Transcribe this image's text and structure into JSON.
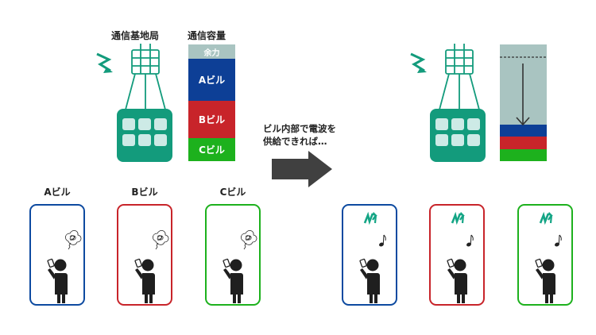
{
  "before": {
    "station_heading": "通信基地局",
    "capacity_heading": "通信容量",
    "capacity_bar": {
      "segments": [
        {
          "label": "余力",
          "color": "#a9c4c1",
          "share": 0.12
        },
        {
          "label": "Aビル",
          "color": "#0d3f96",
          "share": 0.36
        },
        {
          "label": "Bビル",
          "color": "#c8242a",
          "share": 0.32
        },
        {
          "label": "Cビル",
          "color": "#1db11d",
          "share": 0.2
        }
      ]
    },
    "buildings": [
      {
        "label": "Aビル",
        "color": "#0d4aa0",
        "state": "tangled-thought"
      },
      {
        "label": "Bビル",
        "color": "#c8242a",
        "state": "tangled-thought"
      },
      {
        "label": "Cビル",
        "color": "#1db11d",
        "state": "tangled-thought"
      }
    ]
  },
  "transition": {
    "caption_line1": "ビル内部で電波を",
    "caption_line2": "供給できれば…"
  },
  "after": {
    "capacity_bar": {
      "segments": [
        {
          "label": "",
          "color": "#a9c4c1",
          "share": 0.69
        },
        {
          "label": "",
          "color": "#0d3f96",
          "share": 0.1
        },
        {
          "label": "",
          "color": "#c8242a",
          "share": 0.11
        },
        {
          "label": "",
          "color": "#1db11d",
          "share": 0.1
        }
      ]
    },
    "buildings": [
      {
        "label": "",
        "color": "#0d4aa0",
        "state": "signal-and-music"
      },
      {
        "label": "",
        "color": "#c8242a",
        "state": "signal-and-music"
      },
      {
        "label": "",
        "color": "#1db11d",
        "state": "signal-and-music"
      }
    ]
  },
  "colors": {
    "station_green": "#139b7c",
    "window_light": "#cdeae6",
    "arrow_dark": "#404040"
  }
}
